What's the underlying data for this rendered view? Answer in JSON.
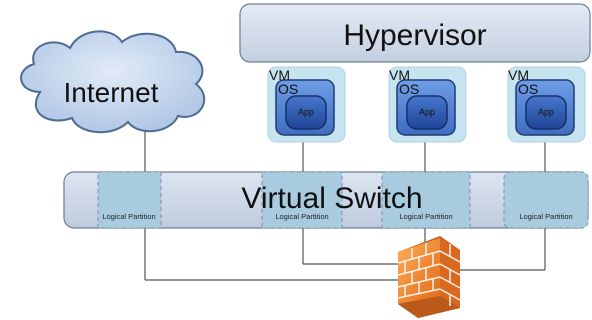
{
  "hypervisor": {
    "label": "Hypervisor"
  },
  "internet": {
    "label": "Internet"
  },
  "virtual_switch": {
    "label": "Virtual Switch"
  },
  "vms": [
    {
      "vm_label": "VM",
      "os_label": "OS",
      "app_label": "App"
    },
    {
      "vm_label": "VM",
      "os_label": "OS",
      "app_label": "App"
    },
    {
      "vm_label": "VM",
      "os_label": "OS",
      "app_label": "App"
    }
  ],
  "partitions": [
    {
      "label": "Logical Partition"
    },
    {
      "label": "Logical Partition"
    },
    {
      "label": "Logical Partition"
    },
    {
      "label": "Logical Partition"
    }
  ],
  "firewall": {
    "icon": "firewall-icon"
  },
  "colors": {
    "hypervisor_fill": "#cfd9e8",
    "switch_fill": "#cdd7e6",
    "partition_fill": "#a9cbe0",
    "vm_outer": "#c5e4f0",
    "os_fill": "#4f7fd0",
    "app_fill": "#2a55a8",
    "cloud_fill": "#c8d8ee",
    "line": "#555555",
    "firewall": "#f28a2e"
  }
}
